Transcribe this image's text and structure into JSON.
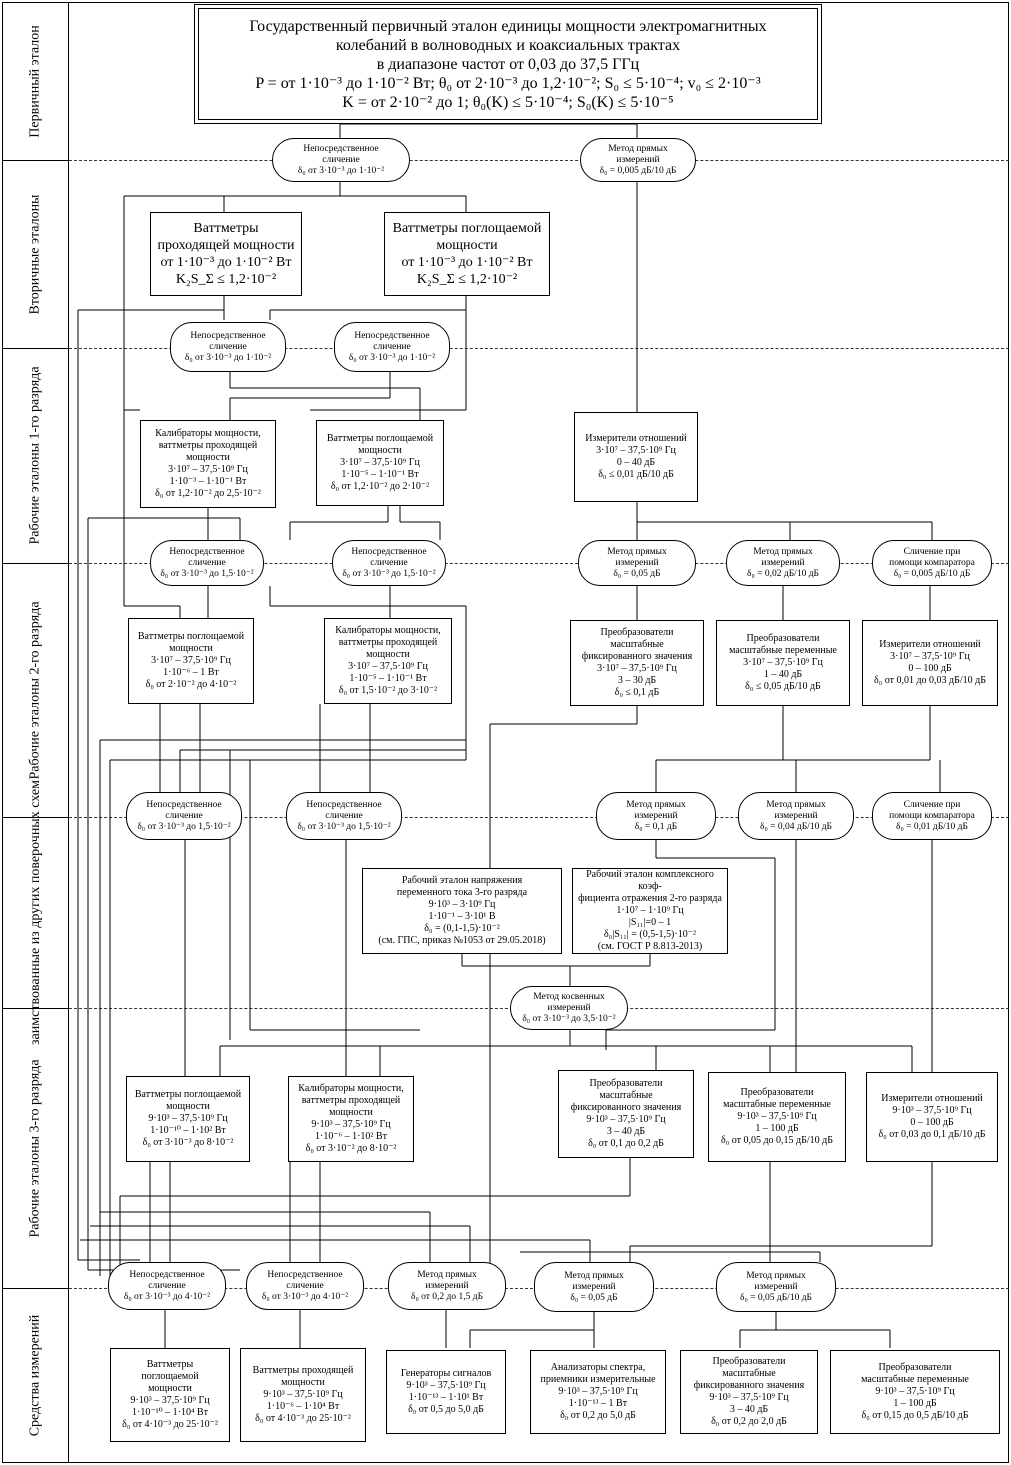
{
  "levels": [
    "Первичный\nэталон",
    "Вторичные эталоны",
    "Рабочие эталоны\n1-го разряда",
    "Рабочие эталоны\n2-го разряда",
    "заимствованные из\nдругих поверочных\nсхем",
    "Рабочие эталоны 3-го\nразряда",
    "Средства измерений"
  ],
  "primary": "Государственный первичный эталон единицы мощности электромагнитных\nколебаний в волноводных и коаксиальных трактах\nв диапазоне частот от 0,03 до 37,5 ГГц\nP = от 1·10⁻³ до  1·10⁻² Вт;   θ₀ от 2·10⁻³ до 1,2·10⁻²;   S₀ ≤ 5·10⁻⁴;  v₀ ≤ 2·10⁻³\nK = от 2·10⁻² до 1;  θ₀(K) ≤ 5·10⁻⁴;  S₀(K) ≤ 5·10⁻⁵",
  "methods": {
    "m1a": "Непосредственное\nсличение\nδ₀ от 3·10⁻³ до 1·10⁻²",
    "m1b": "Метод прямых\nизмерений\nδ₀ = 0,005 дБ/10 дБ",
    "m2a": "Непосредственное\nсличение\nδ₀ от 3·10⁻³ до 1·10⁻²",
    "m2b": "Непосредственное\nсличение\nδ₀ от 3·10⁻³ до 1·10⁻²",
    "m3a": "Непосредственное\nсличение\nδ₀ от 3·10⁻³ до 1,5·10⁻²",
    "m3b": "Непосредственное\nсличение\nδ₀ от 3·10⁻³ до 1,5·10⁻²",
    "m3c": "Метод прямых\nизмерений\nδ₀ = 0,05 дБ",
    "m3d": "Метод прямых\nизмерений\nδ₀ = 0,02 дБ/10 дБ",
    "m3e": "Сличение при\nпомощи компаратора\nδ₀ = 0,005 дБ/10 дБ",
    "m4a": "Непосредственное\nсличение\nδ₀ от 3·10⁻³ до 1,5·10⁻²",
    "m4b": "Непосредственное\nсличение\nδ₀ от 3·10⁻³ до 1,5·10⁻²",
    "m4c": "Метод прямых\nизмерений\nδ₀ = 0,1 дБ",
    "m4d": "Метод прямых\nизмерений\nδ₀ = 0,04 дБ/10 дБ",
    "m4e": "Сличение при\nпомощи компаратора\nδ₀ = 0,01 дБ/10 дБ",
    "m5": "Метод косвенных\nизмерений\nδ₀ от 3·10⁻³ до 3,5·10⁻²",
    "m6a": "Непосредственное\nсличение\nδ₀ от 3·10⁻³ до 4·10⁻²",
    "m6b": "Непосредственное\nсличение\nδ₀ от 3·10⁻³ до 4·10⁻²",
    "m6c": "Метод прямых\nизмерений\nδ₀ от 0,2 до 1,5 дБ",
    "m6d": "Метод прямых\nизмерений\nδ₀ = 0,05 дБ",
    "m6e": "Метод прямых\nизмерений\nδ₀ = 0,05 дБ/10 дБ"
  },
  "boxes": {
    "sec1": "Ваттметры\nпроходящей мощности\nот 1·10⁻³  до 1·10⁻² Вт\nK₂S_Σ ≤ 1,2·10⁻²",
    "sec2": "Ваттметры поглощаемой\nмощности\nот 1·10⁻³  до 1·10⁻² Вт\nK₂S_Σ ≤ 1,2·10⁻²",
    "r1a": "Калибраторы мощности,\nваттметры проходящей\nмощности\n3·10⁷ – 37,5·10⁹ Гц\n1·10⁻³ – 1·10⁻¹ Вт\nδ₀ от 1,2·10⁻² до 2,5·10⁻²",
    "r1b": "Ваттметры поглощаемой\nмощности\n3·10⁷ – 37,5·10⁹ Гц\n1·10⁻⁵ – 1·10⁻¹ Вт\nδ₀ от 1,2·10⁻² до 2·10⁻²",
    "r1c": "Измерители отношений\n3·10⁷ – 37,5·10⁹ Гц\n0 – 40 дБ\nδ₀ ≤  0,01 дБ/10 дБ",
    "r2a": "Ваттметры поглощаемой\nмощности\n3·10⁷ – 37,5·10⁹ Гц\n1·10⁻⁶ – 1 Вт\nδ₀ от 2·10⁻² до 4·10⁻²",
    "r2b": "Калибраторы мощности,\nваттметры проходящей\nмощности\n3·10⁷ – 37,5·10⁹ Гц\n1·10⁻⁵ – 1·10⁻¹ Вт\nδ₀ от 1,5·10⁻² до 3·10⁻²",
    "r2c": "Преобразователи\nмасштабные\nфиксированного значения\n3·10⁷ – 37,5·10⁹ Гц\n3 – 30 дБ\nδ₀ ≤ 0,1 дБ",
    "r2d": "Преобразователи\nмасштабные переменные\n3·10⁷ – 37,5·10⁹ Гц\n1 – 40 дБ\nδ₀ ≤ 0,05 дБ/10 дБ",
    "r2e": "Измерители отношений\n3·10⁷ – 37,5·10⁹ Гц\n0 – 100 дБ\nδ₀ от 0,01 до 0,03 дБ/10 дБ",
    "b1": "Рабочий эталон напряжения\nпеременного тока 3-го разряда\n9·10³ – 3·10⁹ Гц\n1·10⁻¹ – 3·10¹ В\nδ₀ = (0,1-1,5)·10⁻²\n(см. ГПС, приказ №1053 от 29.05.2018)",
    "b2": "Рабочий эталон комплексного коэф-\nфициента отражения 2-го разряда\n1·10⁷ – 1·10⁹ Гц\n|S₁₁|=0 – 1\nδ₀|S₁₁| = (0,5-1,5)·10⁻²\n(см. ГОСТ Р 8.813-2013)",
    "r3a": "Ваттметры поглощаемой\nмощности\n9·10³ – 37,5·10⁹ Гц\n1·10⁻¹⁰ – 1·10² Вт\nδ₀ от 3·10⁻³ до 8·10⁻²",
    "r3b": "Калибраторы мощности,\nваттметры проходящей\nмощности\n9·10³ – 37,5·10⁹ Гц\n1·10⁻⁶ – 1·10² Вт\nδ₀ от 3·10⁻² до 8·10⁻²",
    "r3c": "Преобразователи\nмасштабные\nфиксированного значения\n9·10³ – 37,5·10⁹ Гц\n3 – 40 дБ\nδ₀ от 0,1 до 0,2 дБ",
    "r3d": "Преобразователи\nмасштабные переменные\n9·10³ – 37,5·10⁹ Гц\n1 – 100 дБ\nδ₀ от 0,05 до 0,15 дБ/10 дБ",
    "r3e": "Измерители отношений\n9·10³ – 37,5·10⁹ Гц\n0 – 100 дБ\nδ₀ от 0,03 до 0,1 дБ/10 дБ",
    "s1": "Ваттметры\nпоглощаемой\nмощности\n9·10³ – 37,5·10⁹ Гц\n1·10⁻¹⁰ – 1·10⁴ Вт\nδ₀ от 4·10⁻³ до 25·10⁻²",
    "s2": "Ваттметры проходящей\nмощности\n9·10³ – 37,5·10⁹ Гц\n1·10⁻⁶ – 1·10⁴ Вт\nδ₀ от 4·10⁻³ до 25·10⁻²",
    "s3": "Генераторы сигналов\n9·10³ – 37,5·10⁹ Гц\n1·10⁻¹³ – 1·10¹ Вт\nδ₀ от 0,5 до 5,0 дБ",
    "s4": "Анализаторы спектра,\nприемники измерительные\n9·10³ – 37,5·10⁹ Гц\n1·10⁻¹³ – 1 Вт\nδ₀ от 0,2 до 5,0 дБ",
    "s5": "Преобразователи\nмасштабные\nфиксированного значения\n9·10³ – 37,5·10⁹ Гц\n3 – 40 дБ\nδ₀ от 0,2 до 2,0 дБ",
    "s6": "Преобразователи\nмасштабные переменные\n9·10³ – 37,5·10⁹ Гц\n1 – 100 дБ\nδ₀ от 0,15 до 0,5 дБ/10 дБ"
  }
}
